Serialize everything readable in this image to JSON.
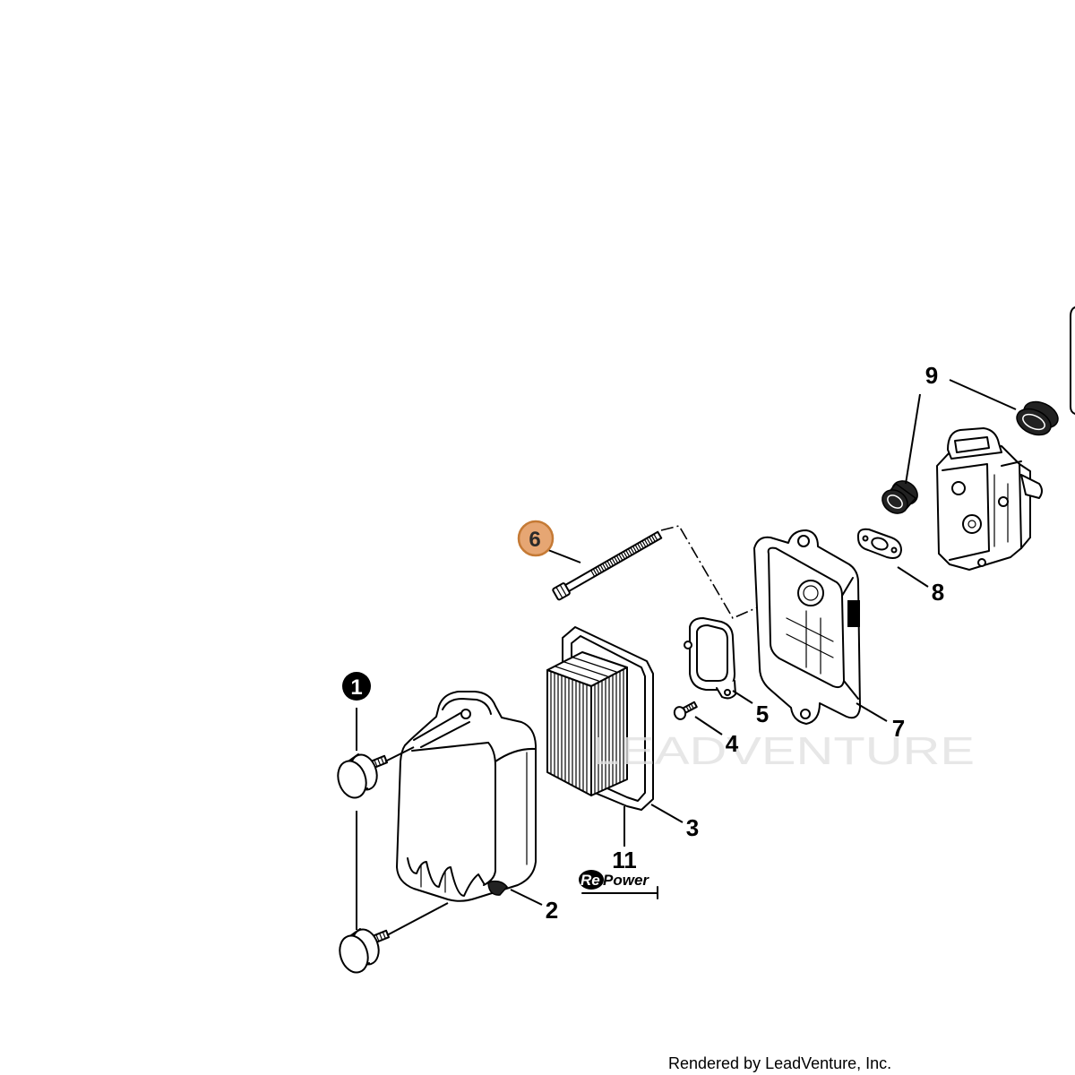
{
  "callouts": [
    "1",
    "2",
    "3",
    "4",
    "5",
    "6",
    "7",
    "8",
    "9",
    "11"
  ],
  "logo": {
    "re": "Re",
    "power": "Power"
  },
  "watermark": "LEADVENTURE",
  "credit": "Rendered by LeadVenture, Inc.",
  "colors": {
    "ink": "#000000",
    "highlight_fill": "#E6A673",
    "highlight_stroke": "#C57A35",
    "watermark": "#E2E2E2"
  }
}
